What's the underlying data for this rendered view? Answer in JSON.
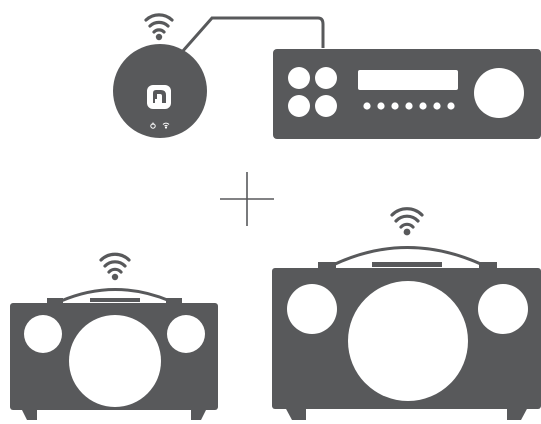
{
  "colors": {
    "device": "#58595b",
    "background": "#ffffff",
    "cable": "#58595b",
    "plus_sign": "#58595b"
  },
  "diagram": {
    "hub": {
      "icon": "streaming-adapter-logo-icon",
      "status_icons": [
        "power-icon",
        "wifi-status-icon"
      ],
      "connection": "cable-to-hifi-amplifier"
    },
    "hifi_amplifier": {
      "knobs": 4,
      "preset_buttons": 7,
      "large_dial": true
    },
    "combine_symbol": "plus",
    "speakers": [
      {
        "size": "small",
        "wireless": true
      },
      {
        "size": "large",
        "wireless": true
      }
    ]
  }
}
